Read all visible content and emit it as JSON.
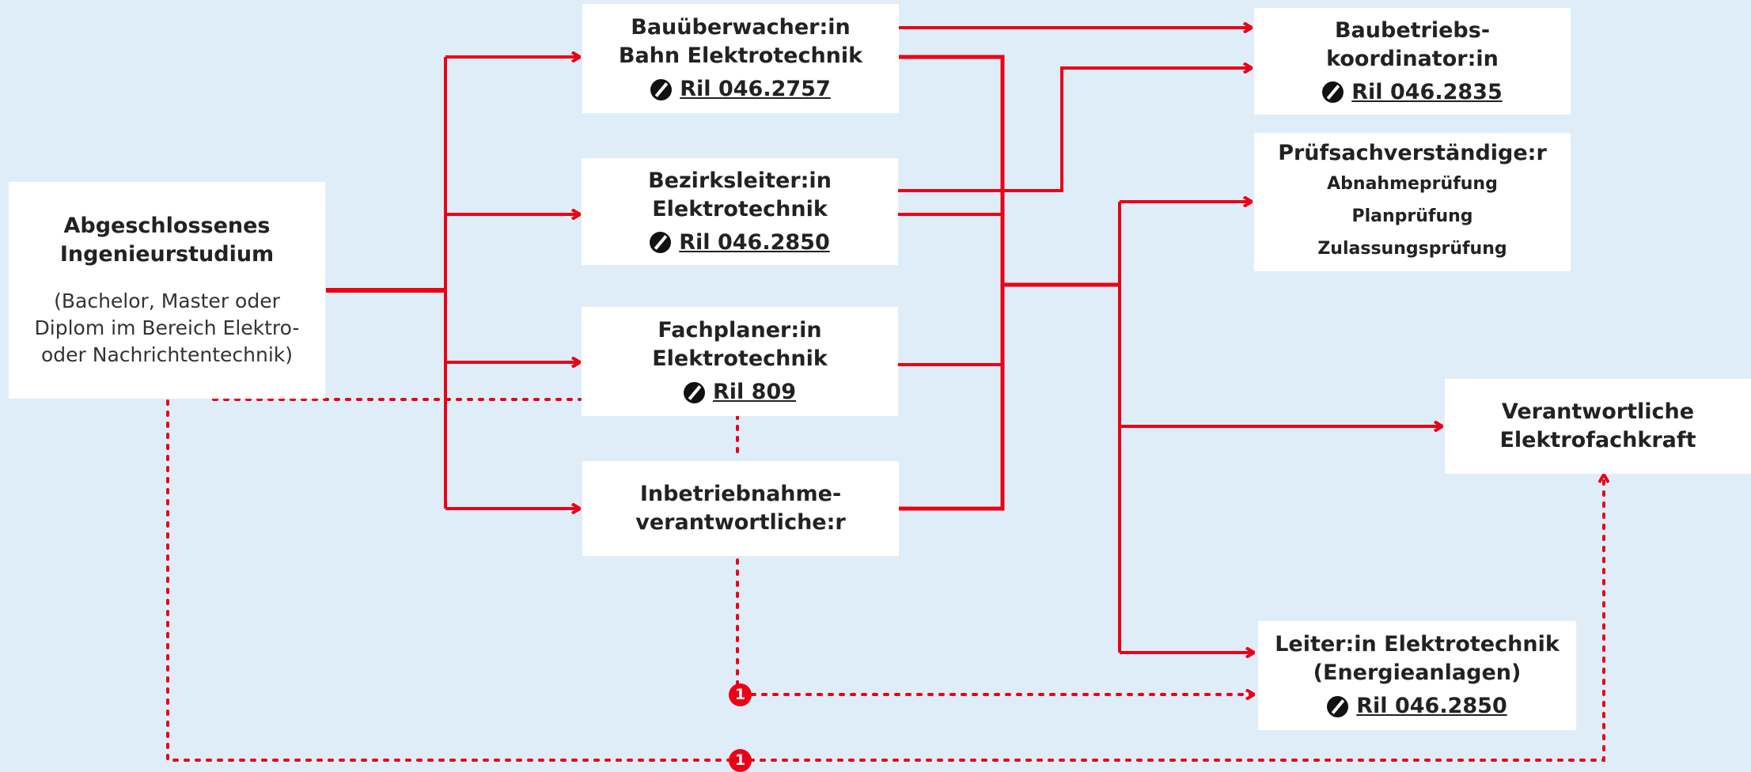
{
  "colors": {
    "accent": "#ec0016",
    "background": "#dfedf9",
    "box": "#ffffff",
    "text": "#222222"
  },
  "nodes": {
    "origin": {
      "title1": "Abgeschlossenes",
      "title2": "Ingenieurstudium",
      "sub1": "(Bachelor, Master oder",
      "sub2": "Diplom im Bereich Elektro-",
      "sub3": "oder Nachrichtentechnik)"
    },
    "bauueberwacher": {
      "title1": "Bauüberwacher:in",
      "title2": "Bahn Elektrotechnik",
      "ref": "Ril 046.2757"
    },
    "bezirksleiter": {
      "title1": "Bezirksleiter:in",
      "title2": "Elektrotechnik",
      "ref": "Ril 046.2850"
    },
    "fachplaner": {
      "title1": "Fachplaner:in",
      "title2": "Elektrotechnik",
      "ref": "Ril 809"
    },
    "inbetriebnahme": {
      "title1": "Inbetriebnahme-",
      "title2": "verantwortliche:r"
    },
    "baubetrieb": {
      "title1": "Baubetriebs-",
      "title2": "koordinator:in",
      "ref": "Ril 046.2835"
    },
    "pruef": {
      "title1": "Prüfsachverständige:r",
      "item1": "Abnahmeprüfung",
      "item2": "Planprüfung",
      "item3": "Zulassungsprüfung"
    },
    "vefk": {
      "title1": "Verantwortliche",
      "title2": "Elektrofachkraft"
    },
    "leiter": {
      "title1": "Leiter:in Elektrotechnik",
      "title2": "(Energieanlagen)",
      "ref": "Ril 046.2850"
    }
  },
  "badges": {
    "note1": "1",
    "note2": "1"
  },
  "icons": {
    "ref_icon": "prohibition-dot-icon"
  }
}
